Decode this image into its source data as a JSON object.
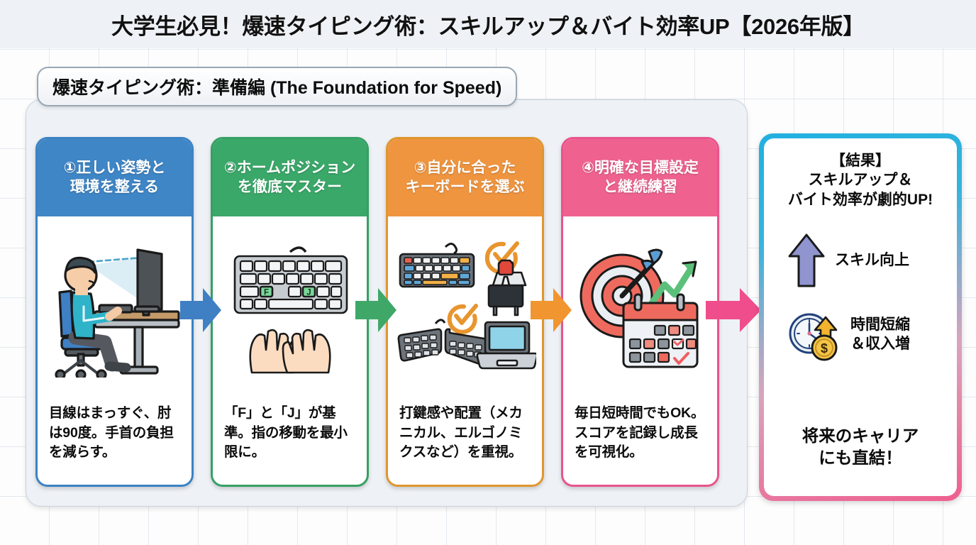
{
  "header": {
    "title": "大学生必見！爆速タイピング術：スキルアップ＆バイト効率UP【2026年版】"
  },
  "section": {
    "chip_label": "爆速タイピング術：準備編 (The Foundation for Speed)"
  },
  "steps": [
    {
      "number": "①",
      "title_line1": "①正しい姿勢と",
      "title_line2": "環境を整える",
      "body": "目線はまっすぐ、肘は90度。手首の負担を減らす。",
      "color": "#3f86c6",
      "icon": "person-at-desk-posture-icon"
    },
    {
      "number": "②",
      "title_line1": "②ホームポジション",
      "title_line2": "を徹底マスター",
      "body": "「F」と「J」が基準。指の移動を最小限に。",
      "color": "#3aa869",
      "icon": "keyboard-home-position-hands-icon"
    },
    {
      "number": "③",
      "title_line1": "③自分に合った",
      "title_line2": "キーボードを選ぶ",
      "body": "打鍵感や配置（メカニカル、エルゴノミクスなど）を重視。",
      "color": "#ef9540",
      "icon": "keyboard-selection-icon"
    },
    {
      "number": "④",
      "title_line1": "④明確な目標設定",
      "title_line2": "と継続練習",
      "body": "毎日短時間でもOK。スコアを記録し成長を可視化。",
      "color": "#ef6290",
      "icon": "target-calendar-growth-icon"
    }
  ],
  "arrows": [
    {
      "name": "arrow-step1-to-step2",
      "color": "#3f7fc4"
    },
    {
      "name": "arrow-step2-to-step3",
      "color": "#3fa869"
    },
    {
      "name": "arrow-step3-to-step4",
      "color": "#f0952f"
    },
    {
      "name": "arrow-step4-to-result",
      "color": "#ef4d8c"
    }
  ],
  "result": {
    "title_line1": "【結果】",
    "title_line2": "スキルアップ＆",
    "title_line3": "バイト効率が劇的UP!",
    "benefits": [
      {
        "label": "スキル向上",
        "icon": "up-arrow-icon",
        "color": "#8e93cd"
      },
      {
        "label_line1": "時間短縮",
        "label_line2": "＆収入増",
        "icon": "clock-coin-icon",
        "color": "#f2b32e"
      }
    ],
    "footer_line1": "将来のキャリア",
    "footer_line2": "にも直結！",
    "border_gradient_start": "#22b0e0",
    "border_gradient_end": "#ef5f8f"
  }
}
